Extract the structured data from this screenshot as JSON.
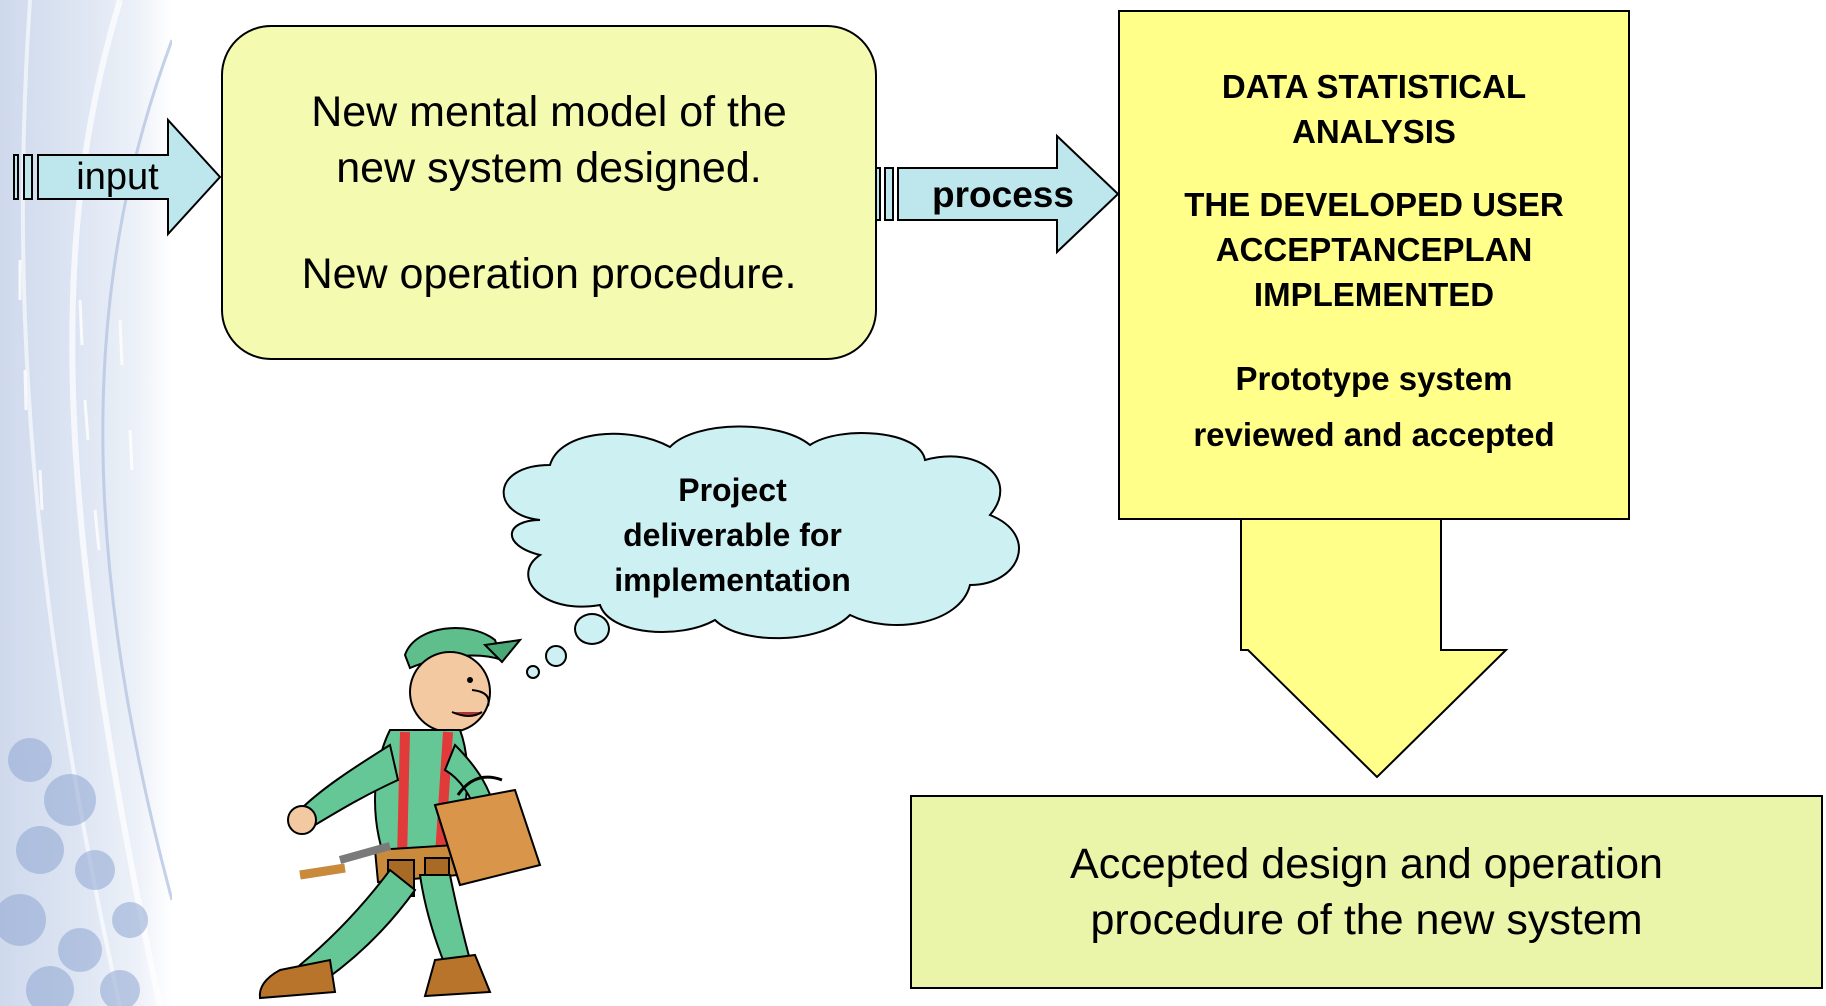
{
  "input_arrow": {
    "label": "input",
    "fill": "#bde7ec"
  },
  "process_arrow": {
    "label": "process",
    "fill": "#bde7ec"
  },
  "mental_model_box": {
    "line1": "New mental model of the",
    "line2": "new system designed.",
    "line3": "New operation procedure.",
    "fill": "#f4fab0"
  },
  "analysis_box": {
    "line1": "DATA STATISTICAL",
    "line2": "ANALYSIS",
    "line3": "THE DEVELOPED USER",
    "line4": "ACCEPTANCEPLAN",
    "line5": "IMPLEMENTED",
    "line6": "Prototype system",
    "line7": "reviewed and accepted",
    "fill": "#ffff8a"
  },
  "result_box": {
    "line1": "Accepted design and operation",
    "line2": "procedure of the new system",
    "fill": "#eaf5a9"
  },
  "thought_cloud": {
    "line1": "Project",
    "line2": "deliverable for",
    "line3": "implementation",
    "fill": "#cdf0f2"
  },
  "illustration": {
    "icon": "worker-with-toolbox-icon"
  }
}
